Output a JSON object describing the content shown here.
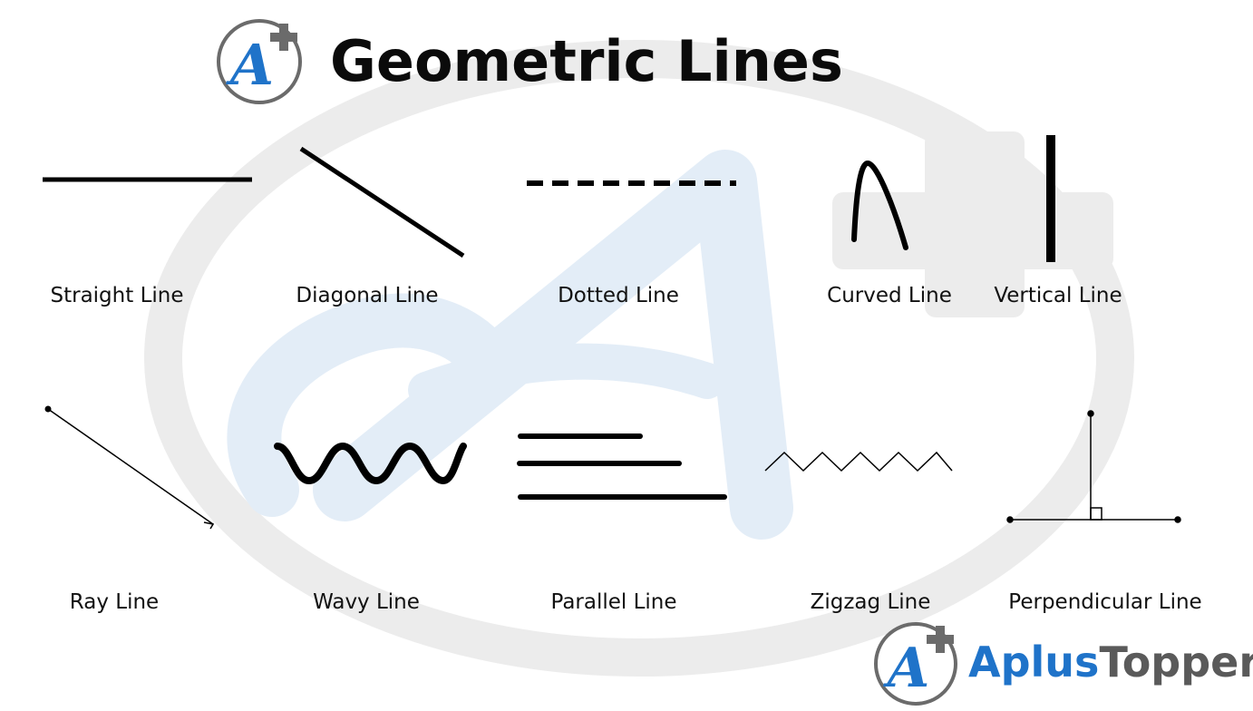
{
  "title": "Geometric Lines",
  "labels": {
    "straight": "Straight Line",
    "diagonal": "Diagonal Line",
    "dotted": "Dotted Line",
    "curved": "Curved Line",
    "vertical": "Vertical Line",
    "ray": "Ray Line",
    "wavy": "Wavy Line",
    "parallel": "Parallel Line",
    "zigzag": "Zigzag Line",
    "perpendicular": "Perpendicular Line"
  },
  "brand": {
    "part1": "Aplus",
    "part2": "Topper",
    "logo_glyph": "A",
    "accent_color": "#1f73c9",
    "gray_color": "#5a5a5a"
  },
  "icons": {
    "logo": "aplus-logo-icon",
    "watermark": "aplus-watermark-icon"
  }
}
